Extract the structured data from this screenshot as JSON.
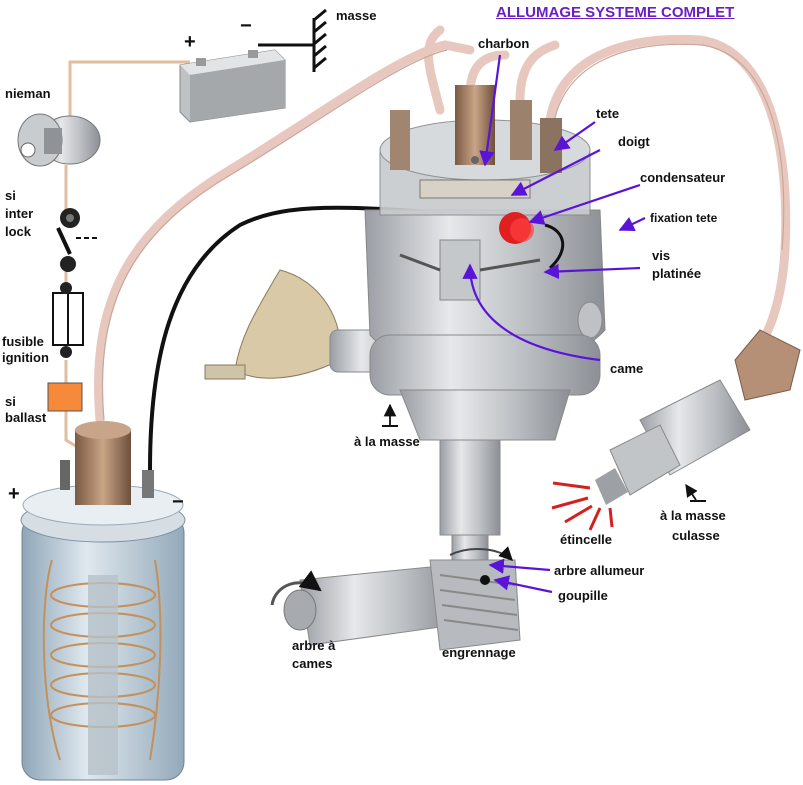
{
  "title": "ALLUMAGE SYSTEME COMPLET",
  "labels": {
    "masse": "masse",
    "plus_battery": "+",
    "minus_battery": "−",
    "nieman": "nieman",
    "si_interlock": [
      "si",
      "inter",
      "lock"
    ],
    "fusible_ignition": [
      "fusible",
      "ignition"
    ],
    "si_ballast": [
      "si",
      "ballast"
    ],
    "plus_coil": "+",
    "minus_coil": "−",
    "charbon": "charbon",
    "tete": "tete",
    "doigt": "doigt",
    "condensateur": "condensateur",
    "fixation_tete": "fixation tete",
    "vis_platinee": [
      "vis",
      "platinée"
    ],
    "came": "came",
    "a_la_masse": "à la masse",
    "a_la_masse_culasse": [
      "à la masse",
      "culasse"
    ],
    "etincelle": "étincelle",
    "arbre_allumeur": "arbre allumeur",
    "goupille": "goupille",
    "arbre_a_cames": [
      "arbre à",
      "cames"
    ],
    "engrennage": "engrennage"
  },
  "colors": {
    "title": "#6a1fc4",
    "arrow": "#5a14d8",
    "wire": "#e8c8be",
    "ballast": "#f7893a",
    "spark": "#d42020"
  }
}
